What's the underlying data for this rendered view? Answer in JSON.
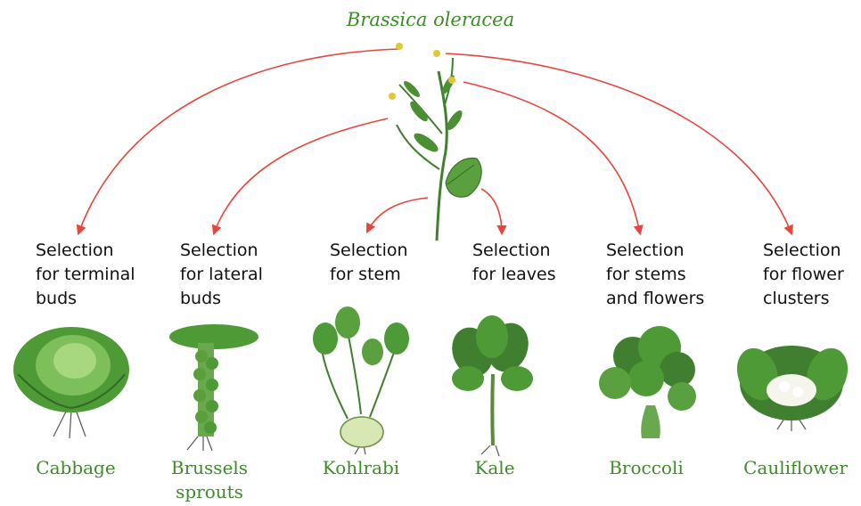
{
  "title": "Brassica oleracea",
  "colors": {
    "arrow": "#e8453c",
    "leaf": "#3f8a2a",
    "text": "#111111",
    "label": "#3f8a2a"
  },
  "selections": [
    {
      "lines": [
        "Selection",
        "for terminal",
        "buds"
      ],
      "plant": "Cabbage",
      "plant_lines": [
        "Cabbage"
      ],
      "icon": "cabbage-icon"
    },
    {
      "lines": [
        "Selection",
        "for lateral",
        "buds"
      ],
      "plant": "Brussels sprouts",
      "plant_lines": [
        "Brussels",
        "sprouts"
      ],
      "icon": "brussels-sprouts-icon"
    },
    {
      "lines": [
        "Selection",
        "for stem"
      ],
      "plant": "Kohlrabi",
      "plant_lines": [
        "Kohlrabi"
      ],
      "icon": "kohlrabi-icon"
    },
    {
      "lines": [
        "Selection",
        "for leaves"
      ],
      "plant": "Kale",
      "plant_lines": [
        "Kale"
      ],
      "icon": "kale-icon"
    },
    {
      "lines": [
        "Selection",
        "for stems",
        "and flowers"
      ],
      "plant": "Broccoli",
      "plant_lines": [
        "Broccoli"
      ],
      "icon": "broccoli-icon"
    },
    {
      "lines": [
        "Selection",
        "for flower",
        "clusters"
      ],
      "plant": "Cauliflower",
      "plant_lines": [
        "Cauliflower"
      ],
      "icon": "cauliflower-icon"
    }
  ]
}
